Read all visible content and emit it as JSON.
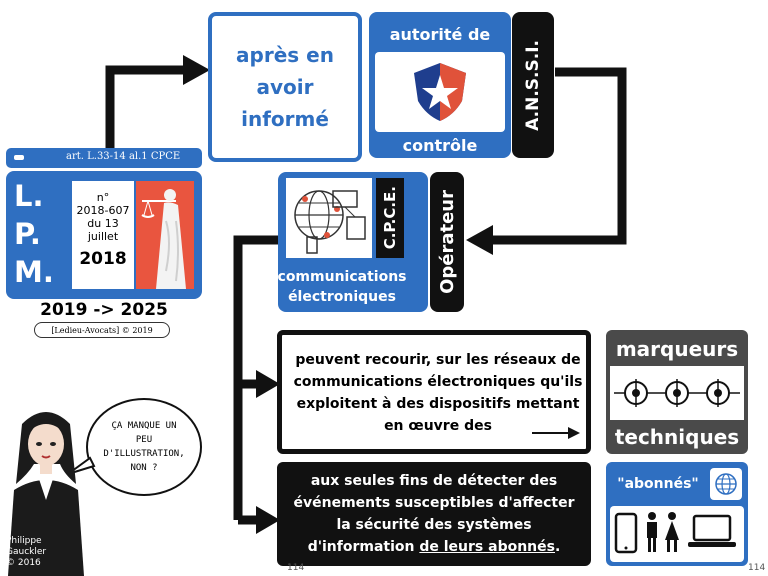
{
  "top_box": {
    "text": "après en avoir informé"
  },
  "authority": {
    "top_label": "autorité de",
    "bottom_label": "contrôle",
    "side_label": "A.N.S.S.I."
  },
  "lpm": {
    "ref_label": "art. L.33-14 al.1 CPCE",
    "letters": [
      "L.",
      "P.",
      "M."
    ],
    "law_line1": "n°",
    "law_line2": "2018-607",
    "law_line3": "du 13",
    "law_line4": "juillet",
    "law_year": "2018",
    "period": "2019 -> 2025",
    "credit": "[Ledieu-Avocats] © 2019"
  },
  "operator": {
    "cpce_label": "C.P.C.E.",
    "operator_label": "Opérateur",
    "caption": "communications électroniques"
  },
  "text_box_1": "peuvent recourir, sur les réseaux de communications électroniques qu'ils exploitent à des dispositifs mettant en œuvre des",
  "text_box_2_main": "aux seules fins de détecter des événements susceptibles d'affecter la sécurité des systèmes d'information ",
  "text_box_2_underline": "de leurs abonnés",
  "text_box_2_end": ".",
  "markers": {
    "top_label": "marqueurs",
    "bottom_label": "techniques"
  },
  "subscribers": {
    "label": "\"abonnés\""
  },
  "speech": "ÇA MANQUE UN PEU D'ILLUSTRATION, NON ?",
  "author": {
    "line1": "Philippe",
    "line2": "Gauckler",
    "line3": "© 2016"
  },
  "page_number_center": "114",
  "page_number_right": "114",
  "colors": {
    "accent": "#2f6fc1",
    "dark": "#111111",
    "red": "#e0523a"
  }
}
